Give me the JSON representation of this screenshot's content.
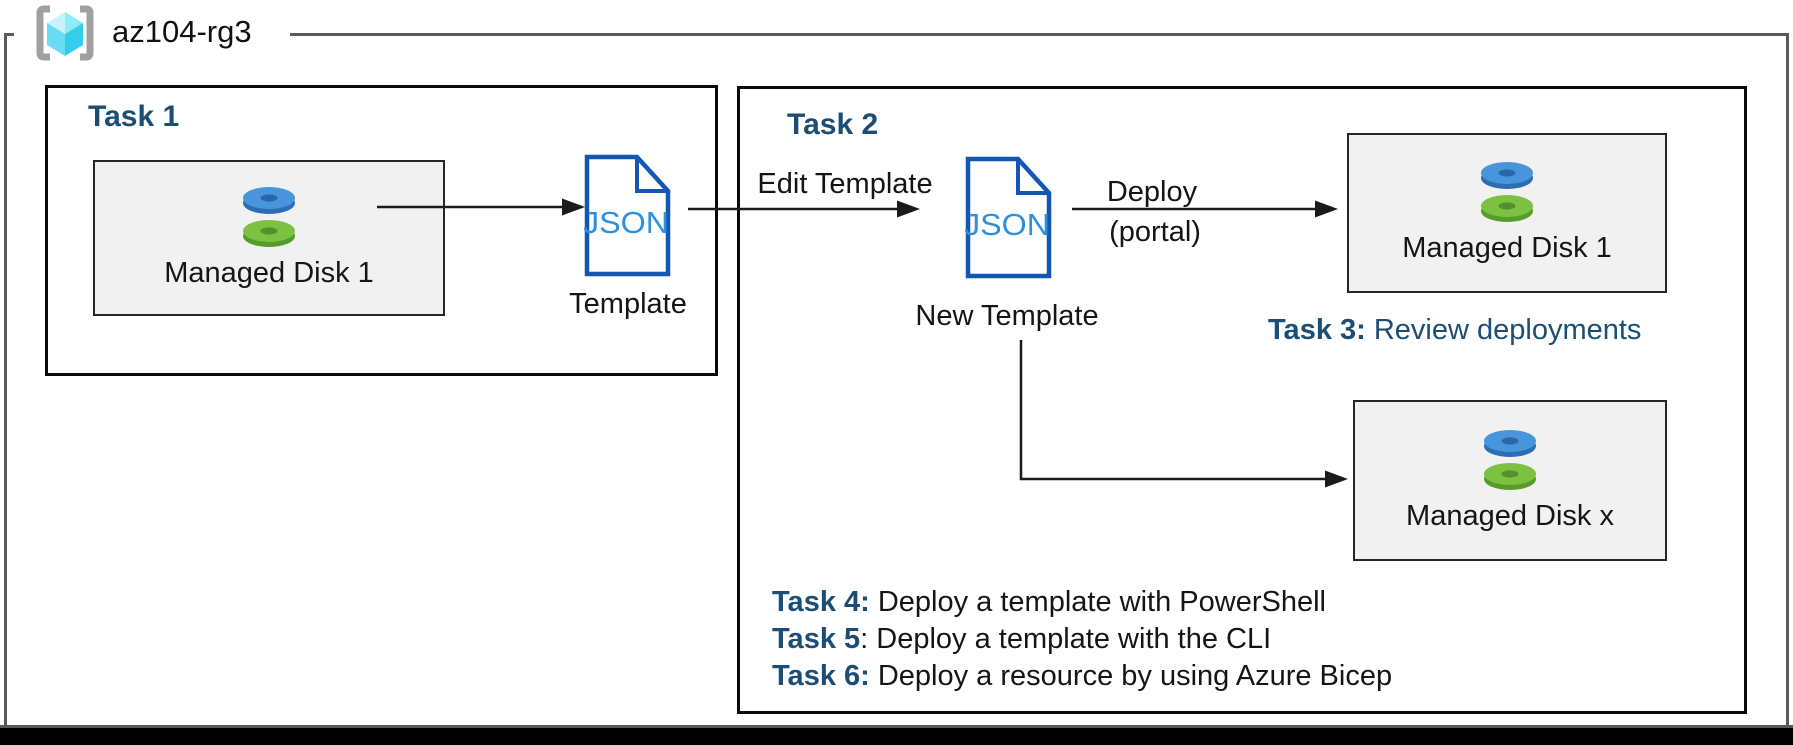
{
  "resource_group": {
    "name": "az104-rg3"
  },
  "icons": {
    "resource_group": "resource-group-cube-icon",
    "managed_disk": "managed-disk-stack-icon",
    "json_document": "json-document-icon"
  },
  "colors": {
    "task_heading_blue": "#1c4d74",
    "outer_border_gray": "#5a5a5a",
    "box_border_black": "#0a0a0a",
    "disk_box_fill": "#f1f1f2",
    "json_doc_stroke": "#1157b3",
    "json_text_blue": "#2e8fdf",
    "disk_blue": "#4796db",
    "disk_blue_dark": "#2d6db3",
    "disk_green": "#7cc142",
    "disk_green_dark": "#579b2a",
    "bottom_bar": "#000000"
  },
  "task1": {
    "heading": "Task 1",
    "disk_label": "Managed Disk 1",
    "json_text": "JSON",
    "template_label": "Template"
  },
  "task2": {
    "heading": "Task 2",
    "edit_arrow_label": "Edit Template",
    "json_text": "JSON",
    "new_template_label": "New Template",
    "deploy_label": "Deploy",
    "deploy_sublabel": "(portal)",
    "managed_disk_1_label": "Managed Disk 1",
    "managed_disk_x_label": "Managed Disk x",
    "task3": {
      "bold": "Task 3:",
      "rest": " Review deployments"
    },
    "task_list": [
      {
        "bold": "Task 4:",
        "rest": " Deploy a template with PowerShell"
      },
      {
        "bold": "Task 5",
        "rest": ": Deploy a template with the CLI"
      },
      {
        "bold": "Task 6:",
        "rest": " Deploy a resource by using Azure Bicep"
      }
    ]
  }
}
